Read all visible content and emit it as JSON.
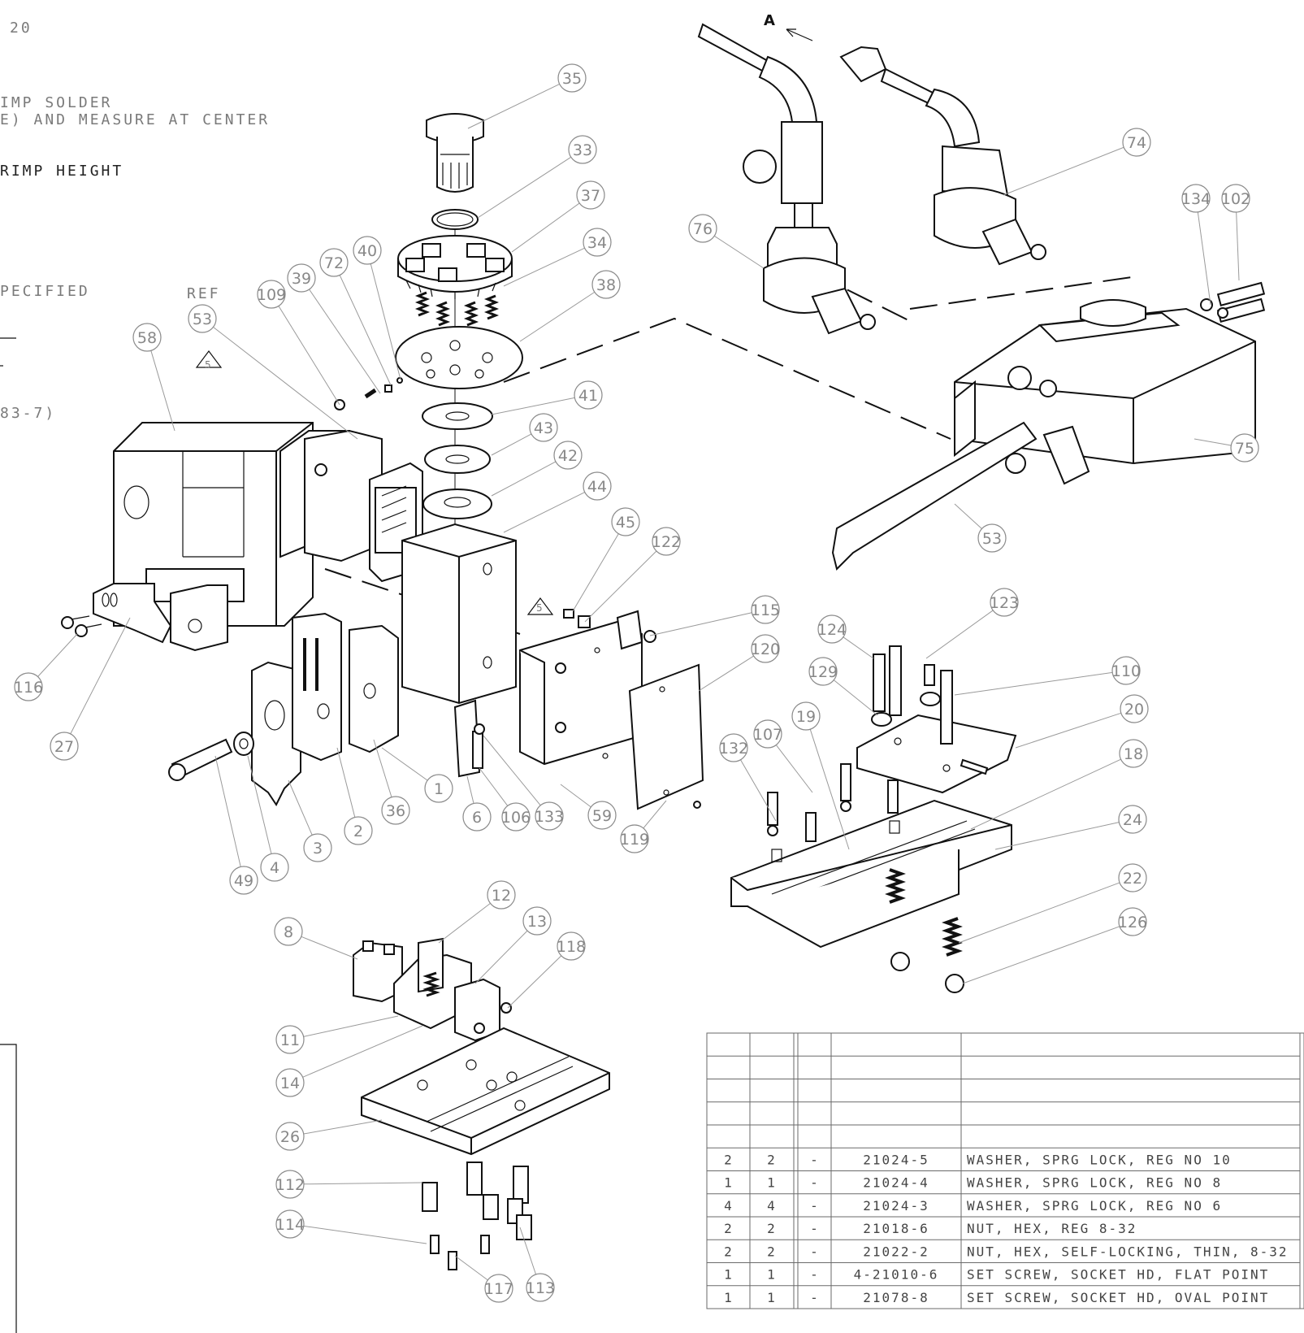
{
  "notes": {
    "top_number": "20",
    "line1": "IMP SOLDER",
    "line2": "E) AND MEASURE AT CENTER",
    "line3": "RIMP HEIGHT",
    "line4": "PECIFIED",
    "line5": "83-7)",
    "ref": "REF",
    "view_label": "A",
    "flag1": "5",
    "flag2": "5"
  },
  "balloons": [
    {
      "n": "35"
    },
    {
      "n": "33"
    },
    {
      "n": "37"
    },
    {
      "n": "34"
    },
    {
      "n": "38"
    },
    {
      "n": "41"
    },
    {
      "n": "43"
    },
    {
      "n": "42"
    },
    {
      "n": "44"
    },
    {
      "n": "45"
    },
    {
      "n": "122"
    },
    {
      "n": "115"
    },
    {
      "n": "120"
    },
    {
      "n": "109"
    },
    {
      "n": "39"
    },
    {
      "n": "72"
    },
    {
      "n": "40"
    },
    {
      "n": "53"
    },
    {
      "n": "58"
    },
    {
      "n": "116"
    },
    {
      "n": "27"
    },
    {
      "n": "49"
    },
    {
      "n": "4"
    },
    {
      "n": "3"
    },
    {
      "n": "2"
    },
    {
      "n": "36"
    },
    {
      "n": "1"
    },
    {
      "n": "6"
    },
    {
      "n": "106"
    },
    {
      "n": "133"
    },
    {
      "n": "59"
    },
    {
      "n": "119"
    },
    {
      "n": "76"
    },
    {
      "n": "74"
    },
    {
      "n": "134"
    },
    {
      "n": "102"
    },
    {
      "n": "75"
    },
    {
      "n": "53"
    },
    {
      "n": "123"
    },
    {
      "n": "124"
    },
    {
      "n": "129"
    },
    {
      "n": "110"
    },
    {
      "n": "19"
    },
    {
      "n": "107"
    },
    {
      "n": "132"
    },
    {
      "n": "20"
    },
    {
      "n": "18"
    },
    {
      "n": "24"
    },
    {
      "n": "22"
    },
    {
      "n": "126"
    },
    {
      "n": "8"
    },
    {
      "n": "12"
    },
    {
      "n": "13"
    },
    {
      "n": "118"
    },
    {
      "n": "11"
    },
    {
      "n": "14"
    },
    {
      "n": "26"
    },
    {
      "n": "112"
    },
    {
      "n": "114"
    },
    {
      "n": "117"
    },
    {
      "n": "113"
    }
  ],
  "bom": {
    "rows": [
      [
        "2",
        "2",
        "-",
        "21024-5",
        "WASHER, SPRG LOCK, REG NO 10"
      ],
      [
        "1",
        "1",
        "-",
        "21024-4",
        "WASHER, SPRG LOCK, REG NO 8"
      ],
      [
        "4",
        "4",
        "-",
        "21024-3",
        "WASHER, SPRG LOCK, REG NO 6"
      ],
      [
        "2",
        "2",
        "-",
        "21018-6",
        "NUT, HEX, REG 8-32"
      ],
      [
        "2",
        "2",
        "-",
        "21022-2",
        "NUT, HEX, SELF-LOCKING, THIN, 8-32"
      ],
      [
        "1",
        "1",
        "-",
        "4-21010-6",
        "SET SCREW, SOCKET HD, FLAT POINT"
      ],
      [
        "1",
        "1",
        "-",
        "21078-8",
        "SET SCREW, SOCKET HD, OVAL POINT"
      ]
    ]
  }
}
